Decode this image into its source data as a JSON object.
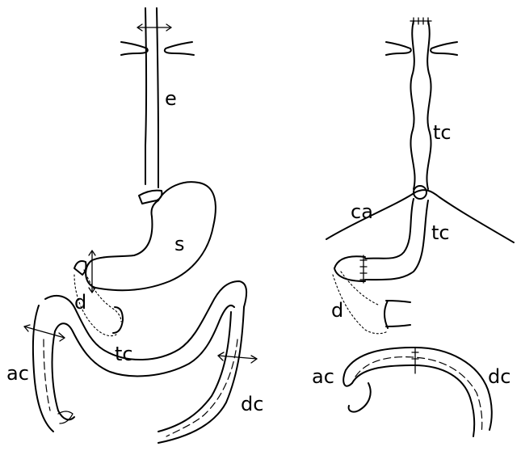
{
  "figure": {
    "left_panel": {
      "labels": {
        "esophagus": "e",
        "stomach": "s",
        "duodenum": "d",
        "transverse_colon": "tc",
        "ascending_colon": "ac",
        "descending_colon": "dc"
      }
    },
    "right_panel": {
      "labels": {
        "transverse_colon_upper": "tc",
        "cardia": "ca",
        "transverse_colon_lower": "tc",
        "duodenum": "d",
        "ascending_colon": "ac",
        "descending_colon": "dc"
      }
    },
    "colors": {
      "ink": "#000000",
      "background": "#ffffff"
    }
  }
}
